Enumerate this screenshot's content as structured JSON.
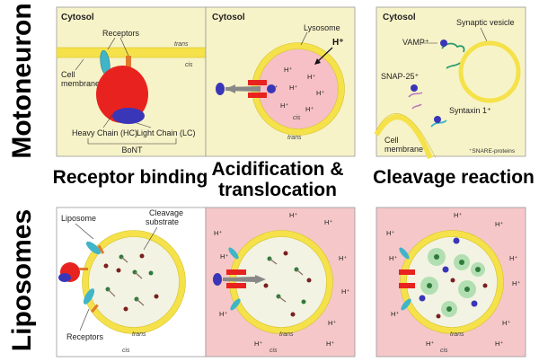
{
  "row_labels": {
    "top": "Motoneuron",
    "bottom": "Liposomes"
  },
  "section_titles": {
    "col1": "Receptor binding",
    "col2_line1": "Acidification &",
    "col2_line2": "translocation",
    "col3": "Cleavage reaction"
  },
  "panel_a": {
    "cytosol": "Cytosol",
    "receptors": "Receptors",
    "trans": "trans",
    "cis": "cis",
    "cell_membrane_1": "Cell",
    "cell_membrane_2": "membrane",
    "heavy_chain": "Heavy Chain (HC)",
    "light_chain": "Light Chain (LC)",
    "bont": "BoNT"
  },
  "panel_b": {
    "cytosol": "Cytosol",
    "lysosome": "Lysosome",
    "h_plus_big": "H⁺",
    "h_plus": "H⁺",
    "cis": "cis",
    "trans": "trans"
  },
  "panel_c": {
    "cytosol": "Cytosol",
    "synaptic_vesicle": "Synaptic vesicle",
    "vamp": "VAMP⁺",
    "snap25": "SNAP-25⁺",
    "syntaxin": "Syntaxin 1⁺",
    "cell_membrane_1": "Cell",
    "cell_membrane_2": "membrane",
    "footnote": "⁺SNARE-proteins"
  },
  "panel_d": {
    "liposome": "Liposome",
    "cleavage_1": "Cleavage",
    "cleavage_2": "substrate",
    "receptors": "Receptors",
    "trans": "trans",
    "cis": "cis"
  },
  "panel_e": {
    "h_plus": "H⁺",
    "trans": "trans",
    "cis": "cis"
  },
  "panel_f": {
    "h_plus": "H⁺",
    "trans": "trans",
    "cis": "cis"
  },
  "colors": {
    "cytosol_bg": "#f7f3c8",
    "pink_bg": "#f6c7c9",
    "lysosome_fill": "#f6c0c6",
    "liposome_fill": "#f2f3e2",
    "membrane": "#f5e24a",
    "heavy_chain": "#e8231f",
    "light_chain": "#3a36b8",
    "receptor_blue": "#40b4c8",
    "receptor_orange": "#e07a2c"
  }
}
